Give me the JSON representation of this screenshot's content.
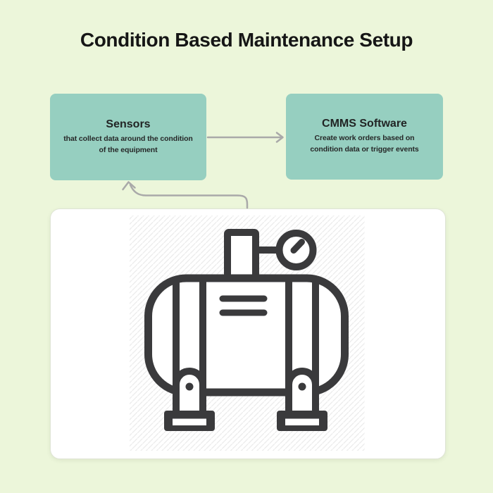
{
  "page": {
    "title": "Condition Based Maintenance Setup"
  },
  "diagram": {
    "nodes": [
      {
        "id": "sensors",
        "title": "Sensors",
        "desc": "that collect data around the condition\nof the equipment"
      },
      {
        "id": "cmms-software",
        "title": "CMMS Software",
        "desc": "Create work orders based on\ncondition data or trigger events"
      }
    ],
    "connections": [
      {
        "from": "sensors",
        "to": "cmms-software",
        "style": "straight-arrow"
      },
      {
        "from": "equipment-image",
        "to": "sensors",
        "style": "curved-arrow"
      }
    ],
    "icons": [
      {
        "name": "air-compressor-icon",
        "parts": [
          "tank",
          "pressure-gauge-icon",
          "fill-pipe",
          "straps",
          "legs",
          "feet"
        ]
      }
    ]
  },
  "colors": {
    "background": "#ECF6DA",
    "node_fill": "#96CFC0",
    "title_text": "#161616",
    "node_text": "#222424",
    "arrow": "#A9A9A9",
    "icon_stroke": "#3A3A3C",
    "card_background": "#FFFFFF",
    "hatch_line": "#EDEDED"
  }
}
